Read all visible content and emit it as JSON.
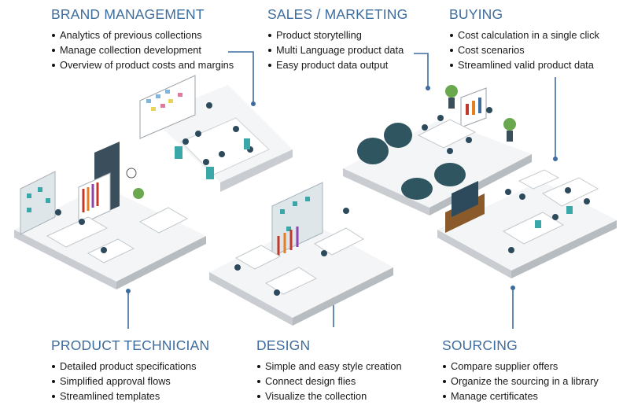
{
  "sections": [
    {
      "title": "BRAND MANAGEMENT",
      "items": [
        "Analytics of previous collections",
        "Manage collection development",
        "Overview of product costs and margins"
      ]
    },
    {
      "title": "SALES / MARKETING",
      "items": [
        "Product storytelling",
        "Multi Language product data",
        "Easy product data output"
      ]
    },
    {
      "title": "BUYING",
      "items": [
        "Cost calculation in a single click",
        "Cost scenarios",
        "Streamlined valid product data"
      ]
    },
    {
      "title": "PRODUCT TECHNICIAN",
      "items": [
        "Detailed product specifications",
        "Simplified approval flows",
        "Streamlined templates"
      ]
    },
    {
      "title": "DESIGN",
      "items": [
        "Simple and easy style creation",
        "Connect design flies",
        "Visualize the collection"
      ]
    },
    {
      "title": "SOURCING",
      "items": [
        "Compare supplier offers",
        "Organize the sourcing in a library",
        "Manage certificates"
      ]
    }
  ],
  "colors": {
    "heading": "#3d6c9e",
    "connector": "#3d6c9e",
    "floor_top": "#f4f5f6",
    "floor_side": "#c9cdd1",
    "beanbag": "#2f5560",
    "shelf": "#dfe6ea",
    "accent_teal": "#3aa7a8"
  }
}
